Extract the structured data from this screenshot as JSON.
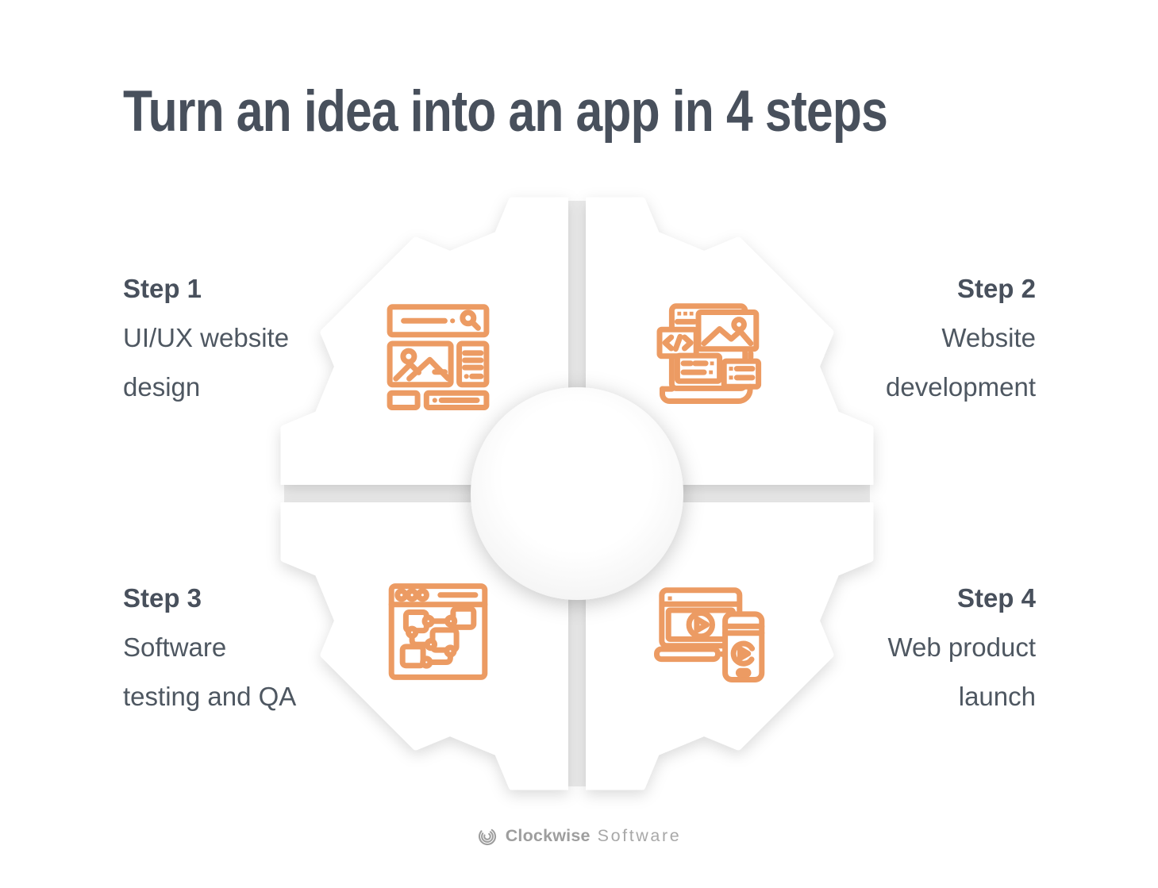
{
  "title": "Turn an idea into an app in 4 steps",
  "steps": [
    {
      "label": "Step 1",
      "lines": [
        "UI/UX website",
        "design"
      ],
      "icon": "wireframe-design-icon",
      "position": "top-left"
    },
    {
      "label": "Step 2",
      "lines": [
        "Website",
        "development"
      ],
      "icon": "website-development-icon",
      "position": "top-right"
    },
    {
      "label": "Step 3",
      "lines": [
        "Software",
        "testing and QA"
      ],
      "icon": "flowchart-testing-icon",
      "position": "bottom-left"
    },
    {
      "label": "Step 4",
      "lines": [
        "Web product",
        "launch"
      ],
      "icon": "product-launch-icon",
      "position": "bottom-right"
    }
  ],
  "diagram": {
    "shape": "gear",
    "quadrants": 4
  },
  "footer": {
    "brand_bold": "Clockwise",
    "brand_light": "Software"
  },
  "colors": {
    "accent": "#EC9B63",
    "heading": "#48505C",
    "body": "#4E5761",
    "divider": "#EBEBEB",
    "logo": "#9E9E9E",
    "logo_light": "#A8A8A8"
  }
}
